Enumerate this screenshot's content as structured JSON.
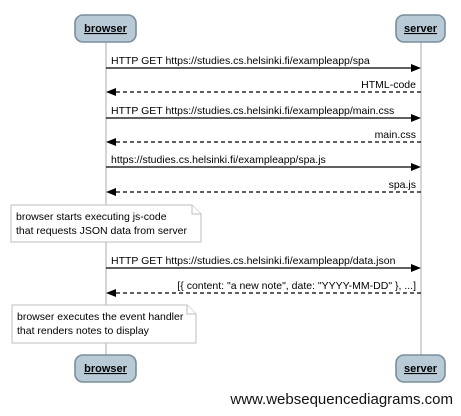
{
  "actors": {
    "left": "browser",
    "right": "server"
  },
  "messages": [
    {
      "text": "HTTP GET https://studies.cs.helsinki.fi/exampleapp/spa",
      "direction": "right",
      "style": "solid"
    },
    {
      "text": "HTML-code",
      "direction": "left",
      "style": "dashed"
    },
    {
      "text": "HTTP GET https://studies.cs.helsinki.fi/exampleapp/main.css",
      "direction": "right",
      "style": "solid"
    },
    {
      "text": "main.css",
      "direction": "left",
      "style": "dashed"
    },
    {
      "text": "https://studies.cs.helsinki.fi/exampleapp/spa.js",
      "direction": "right",
      "style": "solid"
    },
    {
      "text": "spa.js",
      "direction": "left",
      "style": "dashed"
    },
    {
      "text": "HTTP GET https://studies.cs.helsinki.fi/exampleapp/data.json",
      "direction": "right",
      "style": "solid"
    },
    {
      "text": "[{ content: \"a new note\", date: \"YYYY-MM-DD\" }, ...]",
      "direction": "left",
      "style": "dashed"
    }
  ],
  "notes": [
    {
      "lines": [
        "browser starts executing js-code",
        "that requests JSON data from server"
      ]
    },
    {
      "lines": [
        "browser executes the event handler",
        "that renders notes to display"
      ]
    }
  ],
  "watermark": "www.websequencediagrams.com"
}
